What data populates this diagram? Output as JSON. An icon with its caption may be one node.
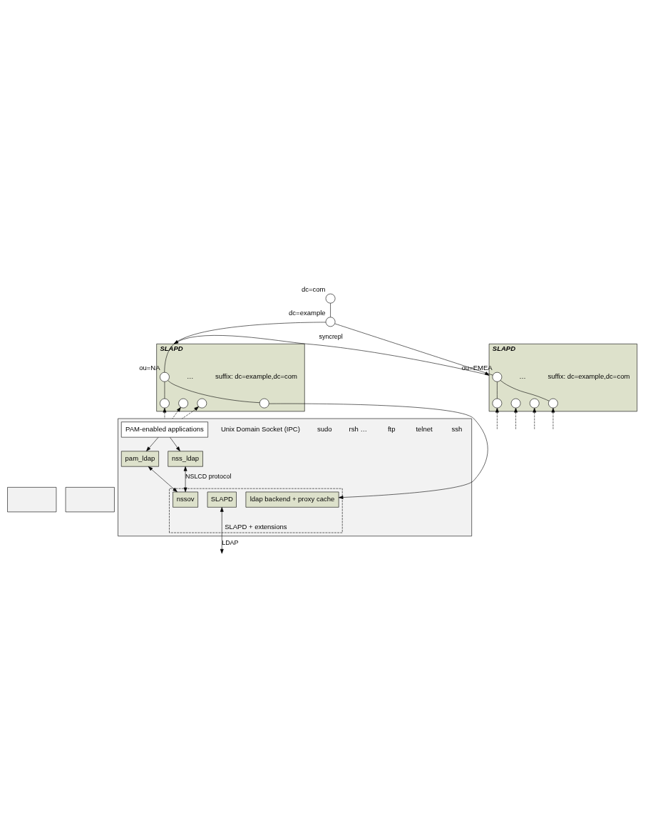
{
  "diagram": {
    "nodes": [
      {
        "text": [],
        "shape": "circle",
        "beside": [
          "dc=com"
        ]
      },
      {
        "text": [],
        "shape": "circle",
        "beside": [
          "dc=example"
        ]
      },
      {
        "text": [
          "SLAPD"
        ],
        "beside": [
          "suffix: dc=example,dc=com"
        ]
      },
      {
        "text": [],
        "shape": "circle",
        "in": 2,
        "beside": [
          "ou=NA"
        ]
      },
      {
        "text": [],
        "shape": "circle",
        "in": 2
      },
      {
        "text": [],
        "shape": "circle",
        "in": 2
      },
      {
        "text": [],
        "shape": "circle",
        "in": 2
      },
      {
        "text": [],
        "shape": "circle",
        "in": 2
      },
      {
        "text": [
          "SLAPD"
        ],
        "beside": [
          "suffix: dc=example,dc=com"
        ]
      },
      {
        "text": [],
        "shape": "circle",
        "in": 8,
        "beside": [
          "ou=EMEA"
        ]
      },
      {
        "text": [],
        "shape": "circle",
        "in": 8
      },
      {
        "text": [],
        "shape": "circle",
        "in": 8
      },
      {
        "text": [],
        "shape": "circle",
        "in": 8
      },
      {
        "text": [],
        "shape": "circle",
        "in": 8
      },
      {
        "text": [],
        "shape": "box"
      },
      {
        "text": [
          "PAM-enabled applications"
        ],
        "in": 14
      },
      {
        "text": [
          "nss_ldap"
        ],
        "in": 14
      },
      {
        "text": [
          "pam_ldap"
        ],
        "in": 14
      },
      {
        "text": [
          "SLAPD + extensions"
        ],
        "in": 14
      },
      {
        "text": [
          "nssov"
        ],
        "in": 18
      },
      {
        "text": [
          "SLAPD"
        ],
        "in": 18
      },
      {
        "text": [
          "ldap backend + proxy cache"
        ],
        "in": 18
      },
      {
        "text": [],
        "shape": "box"
      },
      {
        "text": [],
        "shape": "box"
      }
    ],
    "edges": [
      {
        "from": 0,
        "to": 1,
        "arrow": "none"
      },
      {
        "from": 1,
        "to": 3,
        "arrow": "none"
      },
      {
        "from": 1,
        "to": 9,
        "arrow": "none"
      },
      {
        "from": 3,
        "to": 4,
        "arrow": "none"
      },
      {
        "from": 3,
        "to": 7,
        "arrow": "none"
      },
      {
        "from": 9,
        "to": 10,
        "arrow": "none"
      },
      {
        "from": 9,
        "to": 13,
        "arrow": "none"
      },
      {
        "from": 2,
        "to": 8,
        "arrow": "both",
        "label": "syncrepl"
      },
      {
        "from": 14,
        "to": 4,
        "arrow": "to",
        "style": "dashed"
      },
      {
        "from": 14,
        "to": 5,
        "arrow": "to",
        "style": "dashed"
      },
      {
        "from": 14,
        "to": 6,
        "arrow": "to",
        "style": "dashed"
      },
      {
        "from": 7,
        "to": 21,
        "arrow": "to"
      },
      {
        "from": null,
        "to": 10,
        "arrow": "to",
        "style": "dashed"
      },
      {
        "from": null,
        "to": 11,
        "arrow": "to",
        "style": "dashed"
      },
      {
        "from": null,
        "to": 12,
        "arrow": "to",
        "style": "dashed"
      },
      {
        "from": null,
        "to": 13,
        "arrow": "to",
        "style": "dashed"
      },
      {
        "from": 15,
        "to": 16,
        "arrow": "to"
      },
      {
        "from": 15,
        "to": 17,
        "arrow": "to"
      },
      {
        "from": 16,
        "to": 19,
        "arrow": "both",
        "label": "NSLCD protocol"
      },
      {
        "from": 17,
        "to": 19,
        "arrow": "both"
      },
      {
        "from": null,
        "to": 20,
        "arrow": "both",
        "label": "LDAP"
      }
    ],
    "labels": [
      "…",
      "…",
      "ssh",
      "telnet",
      "ftp",
      "rsh …",
      "sudo",
      "Unix Domain Socket (IPC)"
    ]
  }
}
